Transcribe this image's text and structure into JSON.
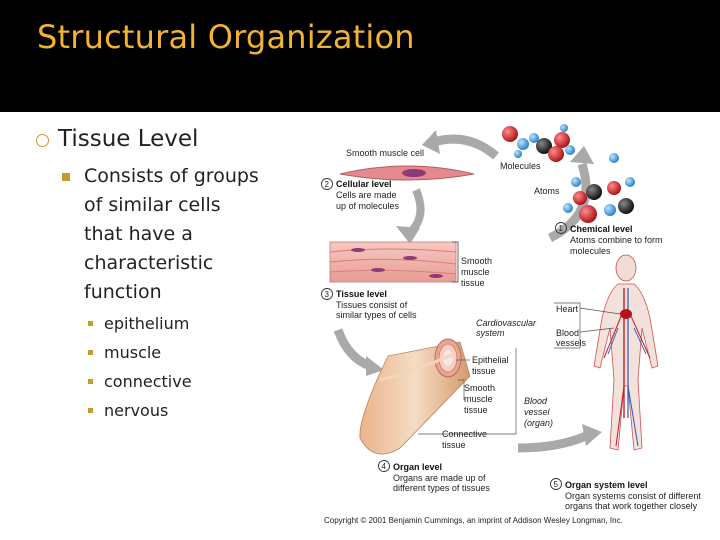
{
  "slide": {
    "title": "Structural Organization"
  },
  "content": {
    "heading": "Tissue Level",
    "description_lines": [
      "Consists of groups",
      "of similar cells",
      "that have a",
      "characteristic",
      "function"
    ],
    "examples": [
      "epithelium",
      "muscle",
      "connective",
      "nervous"
    ]
  },
  "figure": {
    "labels": {
      "smooth_muscle_cell": "Smooth muscle cell",
      "molecules": "Molecules",
      "atoms": "Atoms",
      "cellular_num": "2",
      "cellular_title": "Cellular level",
      "cellular_desc_1": "Cells are made",
      "cellular_desc_2": "up of molecules",
      "chemical_num": "1",
      "chemical_title": "Chemical level",
      "chemical_desc_1": "Atoms combine to form",
      "chemical_desc_2": "molecules",
      "smooth_muscle_tissue_1": "Smooth",
      "smooth_muscle_tissue_2": "muscle",
      "smooth_muscle_tissue_3": "tissue",
      "tissue_num": "3",
      "tissue_title": "Tissue level",
      "tissue_desc_1": "Tissues consist of",
      "tissue_desc_2": "similar types of cells",
      "heart": "Heart",
      "cardio_1": "Cardiovascular",
      "cardio_2": "system",
      "blood_vessels_1": "Blood",
      "blood_vessels_2": "vessels",
      "epithelial_1": "Epithelial",
      "epithelial_2": "tissue",
      "smooth2_1": "Smooth",
      "smooth2_2": "muscle",
      "smooth2_3": "tissue",
      "blood_vessel_1": "Blood",
      "blood_vessel_2": "vessel",
      "blood_vessel_3": "(organ)",
      "connective_1": "Connective",
      "connective_2": "tissue",
      "organ_num": "4",
      "organ_title": "Organ level",
      "organ_desc_1": "Organs are made up of",
      "organ_desc_2": "different types of tissues",
      "organsys_num": "5",
      "organsys_title": "Organ system level",
      "organsys_desc_1": "Organ systems consist of different",
      "organsys_desc_2": "organs that work together closely",
      "copyright": "Copyright © 2001 Benjamin Cummings, an imprint of Addison Wesley Longman, Inc."
    }
  },
  "colors": {
    "title_bar": "#000000",
    "title_text": "#f2b233",
    "bullet_accent": "#c79a2e"
  }
}
